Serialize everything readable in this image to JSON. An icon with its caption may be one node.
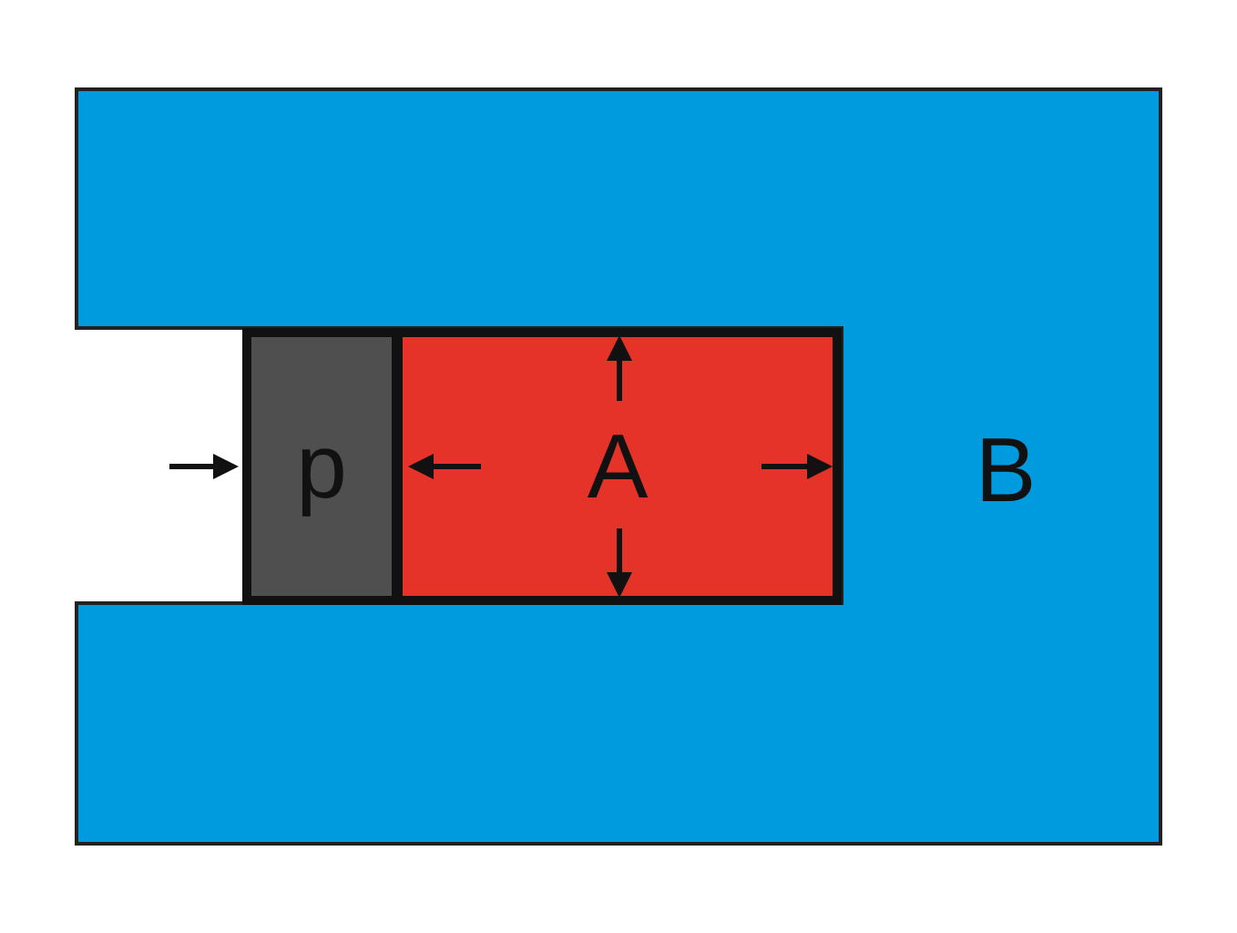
{
  "diagram": {
    "nodes": [
      {
        "text": [
          "p"
        ]
      },
      {
        "text": [
          "A"
        ]
      },
      {
        "text": [
          "B"
        ]
      }
    ]
  }
}
